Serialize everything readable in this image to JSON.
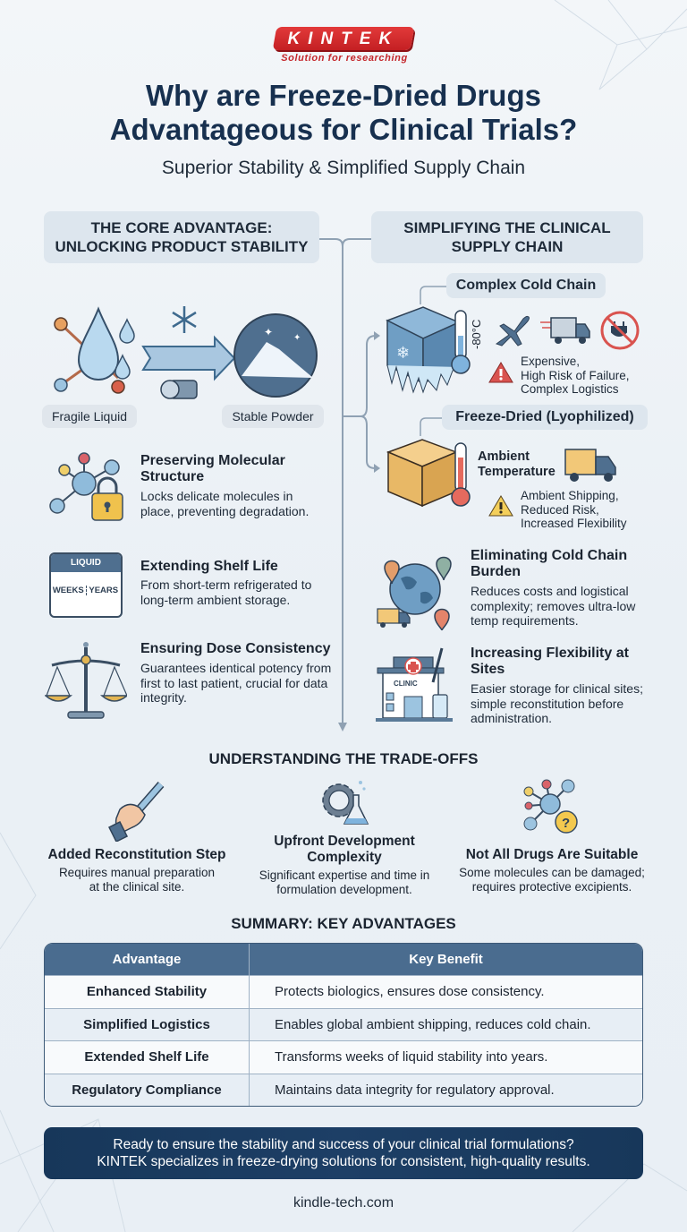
{
  "brand": {
    "logo": "KINTEK",
    "tagline": "Solution for researching",
    "colors": {
      "logo_red": "#d42a2e",
      "navy": "#17304f",
      "table_header": "#4a6c8f",
      "cta_bg": "#1a3a5f"
    }
  },
  "header": {
    "title_line1": "Why are Freeze-Dried Drugs",
    "title_line2": "Advantageous for Clinical Trials?",
    "subtitle": "Superior Stability & Simplified Supply Chain"
  },
  "left": {
    "heading_line1": "THE CORE ADVANTAGE:",
    "heading_line2": "UNLOCKING PRODUCT STABILITY",
    "process": {
      "from_label": "Fragile Liquid",
      "to_label": "Stable Powder"
    },
    "items": [
      {
        "icon": "molecule-lock-icon",
        "title": "Preserving Molecular Structure",
        "desc": "Locks delicate molecules in place, preventing degradation."
      },
      {
        "icon": "calendar-icon",
        "title": "Extending Shelf Life",
        "desc": "From short-term refrigerated to long-term ambient storage.",
        "calendar": {
          "header": "LIQUID",
          "left": "WEEKS",
          "right": "YEARS"
        }
      },
      {
        "icon": "balance-scale-icon",
        "title": "Ensuring Dose Consistency",
        "desc": "Guarantees identical potency from first to last patient, crucial for data integrity."
      }
    ]
  },
  "right": {
    "heading_line1": "SIMPLIFYING THE CLINICAL",
    "heading_line2": "SUPPLY CHAIN",
    "cold_chain": {
      "label": "Complex Cold Chain",
      "temp": "-80°C",
      "risks": [
        "Expensive,",
        "High Risk of Failure,",
        "Complex Logistics"
      ]
    },
    "freeze_dried": {
      "label": "Freeze-Dried (Lyophilized)",
      "temp_label_line1": "Ambient",
      "temp_label_line2": "Temperature",
      "benefits": [
        "Ambient Shipping,",
        "Reduced Risk,",
        "Increased Flexibility"
      ]
    },
    "items": [
      {
        "icon": "globe-route-icon",
        "title": "Eliminating Cold Chain Burden",
        "desc": "Reduces costs and logistical complexity; removes ultra-low temp requirements."
      },
      {
        "icon": "clinic-icon",
        "title": "Increasing Flexibility at Sites",
        "desc": "Easier storage for clinical sites; simple reconstitution before administration.",
        "clinic_sign": "CLINIC"
      }
    ]
  },
  "tradeoffs": {
    "heading": "UNDERSTANDING THE TRADE-OFFS",
    "items": [
      {
        "icon": "hand-syringe-icon",
        "title": "Added Reconstitution Step",
        "desc_line1": "Requires manual preparation",
        "desc_line2": "at the clinical site."
      },
      {
        "icon": "gear-flask-icon",
        "title_line1": "Upfront Development",
        "title_line2": "Complexity",
        "desc_line1": "Significant expertise and time in",
        "desc_line2": "formulation development."
      },
      {
        "icon": "molecule-question-icon",
        "title": "Not All Drugs Are Suitable",
        "desc_line1": "Some molecules can be damaged;",
        "desc_line2": "requires protective excipients."
      }
    ]
  },
  "summary": {
    "heading": "SUMMARY: KEY ADVANTAGES",
    "columns": [
      "Advantage",
      "Key Benefit"
    ],
    "rows": [
      [
        "Enhanced Stability",
        "Protects biologics, ensures dose consistency."
      ],
      [
        "Simplified Logistics",
        "Enables global ambient shipping, reduces cold chain."
      ],
      [
        "Extended Shelf Life",
        "Transforms weeks of liquid stability into years."
      ],
      [
        "Regulatory Compliance",
        "Maintains data integrity for regulatory approval."
      ]
    ]
  },
  "cta": {
    "line1": "Ready to ensure the stability and success of your clinical trial formulations?",
    "line2": "KINTEK specializes in freeze-drying solutions for consistent, high-quality results."
  },
  "footer": {
    "url": "kindle-tech.com"
  }
}
